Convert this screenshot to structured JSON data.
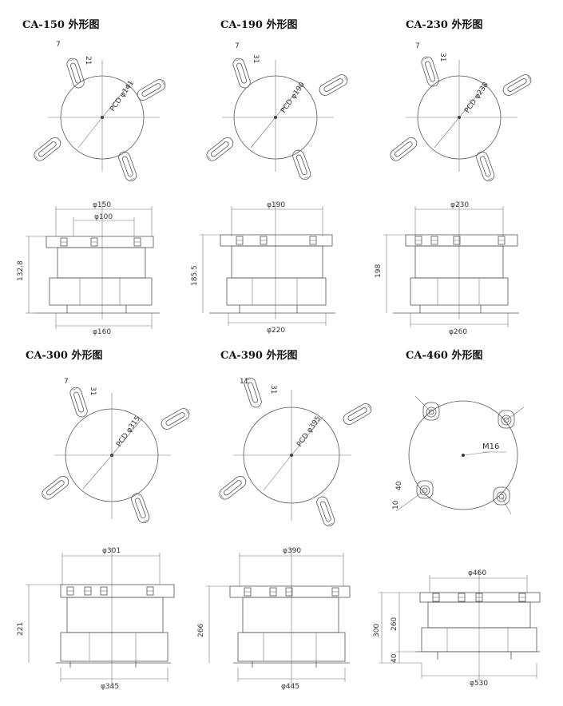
{
  "units": [
    {
      "title": "CA-150 外形图",
      "pcd": "PCD φ141",
      "slot_a": "7",
      "slot_b": "21",
      "top_d": "φ150",
      "inner_d": "φ100",
      "bottom_d": "φ160",
      "height": "132.8"
    },
    {
      "title": "CA-190 外形图",
      "pcd": "PCD φ190",
      "slot_a": "7",
      "slot_b": "31",
      "top_d": "φ190",
      "bottom_d": "φ220",
      "height": "185.5"
    },
    {
      "title": "CA-230 外形图",
      "pcd": "PCD φ238",
      "slot_a": "7",
      "slot_b": "31",
      "top_d": "φ230",
      "bottom_d": "φ260",
      "height": "198"
    },
    {
      "title": "CA-300 外形图",
      "pcd": "PCD φ315",
      "slot_a": "7",
      "slot_b": "31",
      "top_d": "φ301",
      "bottom_d": "φ345",
      "height": "221"
    },
    {
      "title": "CA-390 外形图",
      "pcd": "PCD φ395",
      "slot_a": "11",
      "slot_b": "31",
      "top_d": "φ390",
      "bottom_d": "φ445",
      "height": "266"
    },
    {
      "title": "CA-460 外形图",
      "center_label": "M16",
      "slot_a": "40",
      "slot_b": "10",
      "top_d": "φ460",
      "bottom_d": "φ530",
      "height_total": "300",
      "height_body": "260",
      "height_base": "40"
    }
  ],
  "colors": {
    "line": "#555555",
    "text": "#111111",
    "background": "#ffffff"
  }
}
